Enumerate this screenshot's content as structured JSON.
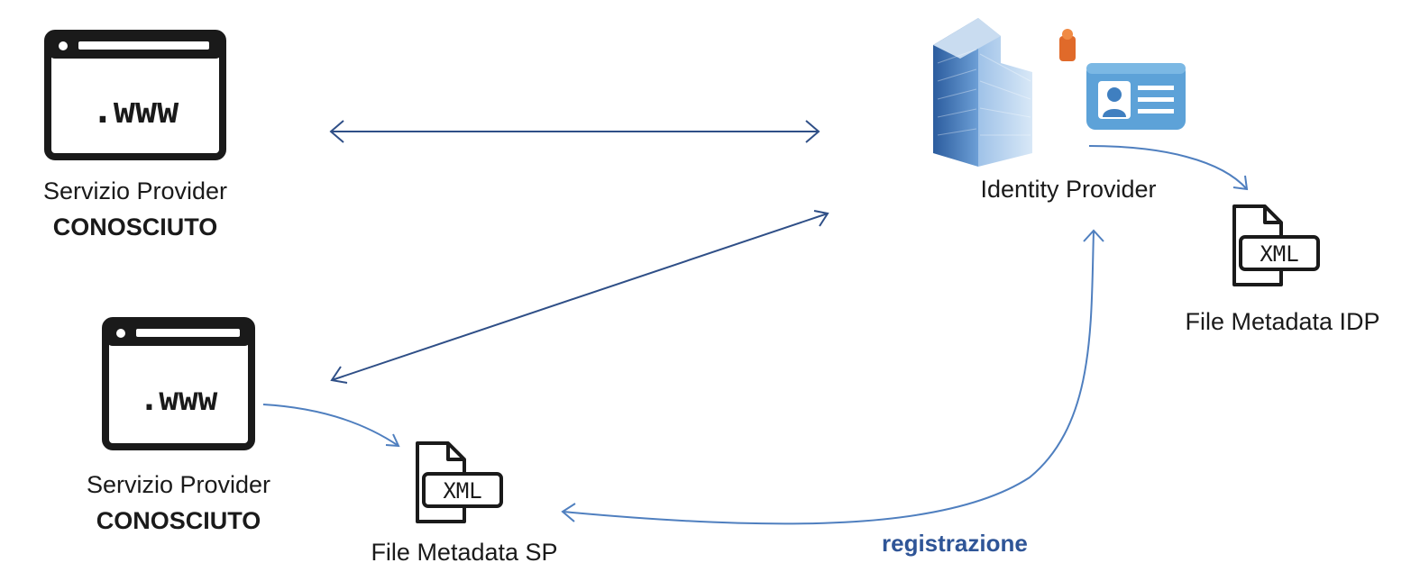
{
  "nodes": {
    "sp_top": {
      "line1": "Servizio Provider",
      "line2": "CONOSCIUTO",
      "icon_text": ".www"
    },
    "sp_bottom": {
      "line1": "Servizio Provider",
      "line2": "CONOSCIUTO",
      "icon_text": ".www"
    },
    "idp": {
      "label": "Identity Provider"
    },
    "metadata_idp": {
      "label": "File Metadata IDP",
      "icon_text": "XML"
    },
    "metadata_sp": {
      "label": "File Metadata SP",
      "icon_text": "XML"
    }
  },
  "edges": {
    "registration_label": "registrazione"
  },
  "colors": {
    "dark_arrow": "#2f4f87",
    "light_arrow": "#4f7fbf",
    "label_blue": "#2f5597",
    "icon_black": "#1a1a1a"
  }
}
